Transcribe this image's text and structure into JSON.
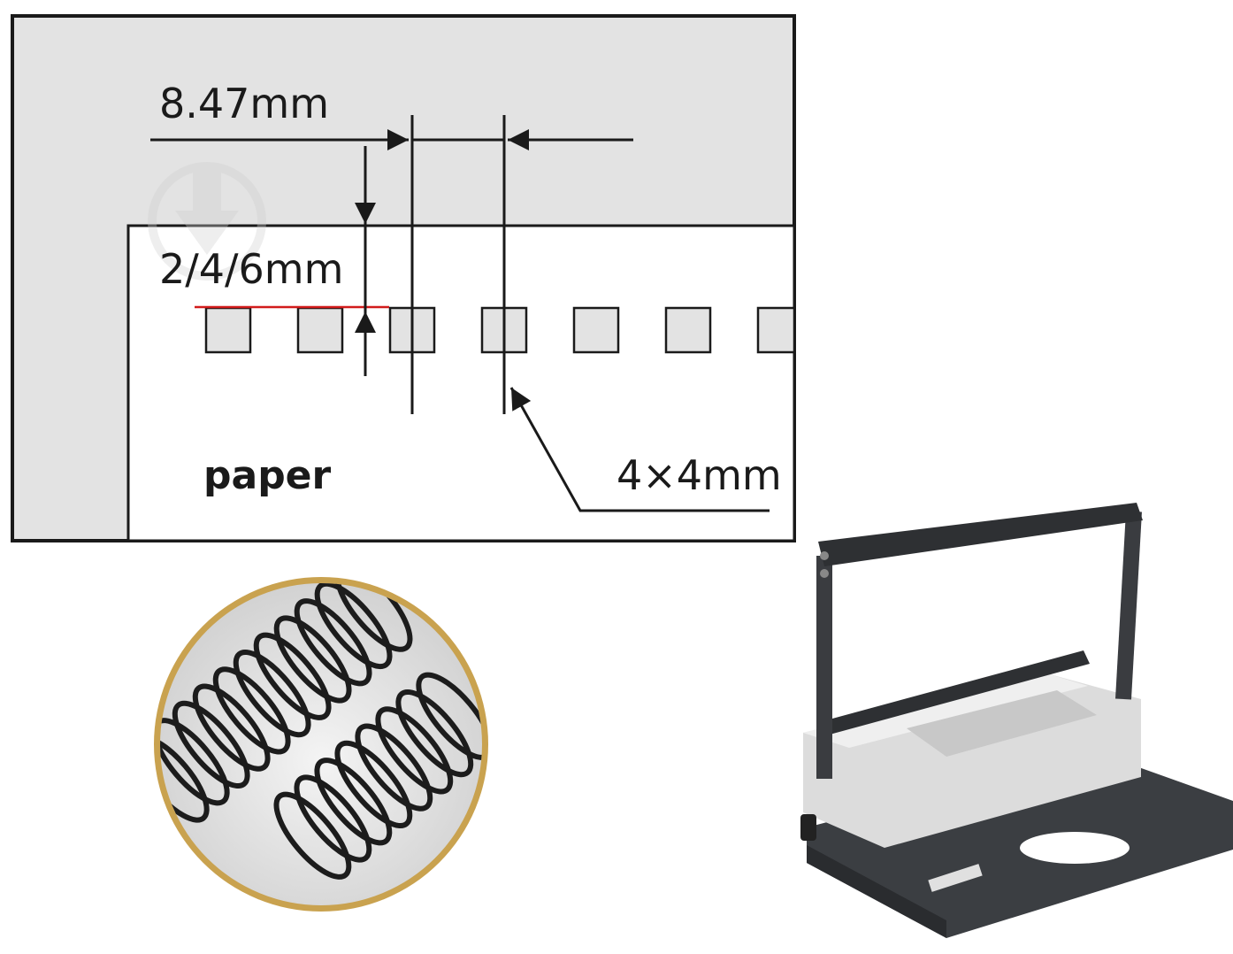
{
  "diagram": {
    "pitch_label": "8.47mm",
    "margin_label": "2/4/6mm",
    "hole_label": "4×4mm",
    "paper_label": "paper"
  },
  "holes": {
    "count_visible": 7
  },
  "photos": {
    "wire_coils": "wire-binding-coils-photo",
    "machine": "wire-binding-machine-photo"
  },
  "colors": {
    "sheet_gray": "#e3e3e3",
    "paper_white": "#ffffff",
    "line": "#1a1a1a",
    "margin_line": "#d21b1b",
    "coil_ring": "#c9a24f",
    "machine_dark": "#3b3e42",
    "machine_light": "#dcdcdc"
  }
}
